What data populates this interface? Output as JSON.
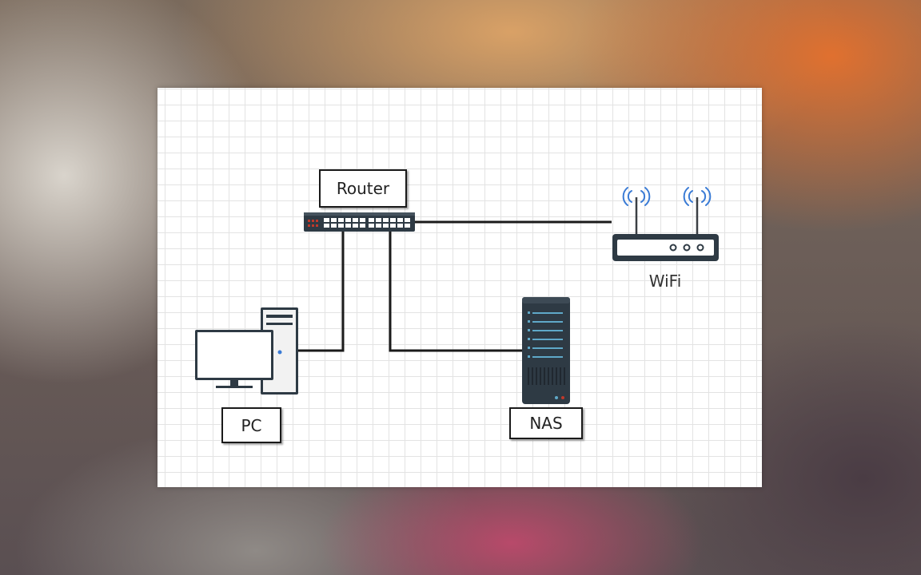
{
  "nodes": {
    "router": {
      "label": "Router"
    },
    "wifi": {
      "label": "WiFi"
    },
    "pc": {
      "label": "PC"
    },
    "nas": {
      "label": "NAS"
    }
  },
  "links": [
    {
      "from": "router",
      "to": "wifi"
    },
    {
      "from": "router",
      "to": "pc"
    },
    {
      "from": "router",
      "to": "nas"
    }
  ],
  "colors": {
    "line": "#1a1a1a",
    "device_dark": "#2e3a44",
    "nas_led": "#5fa8c8",
    "accent_blue": "#3a7bd5",
    "switch_port_red": "#c0392b"
  },
  "icons": [
    "switch-icon",
    "wifi-router-icon",
    "desktop-pc-icon",
    "nas-server-icon"
  ]
}
